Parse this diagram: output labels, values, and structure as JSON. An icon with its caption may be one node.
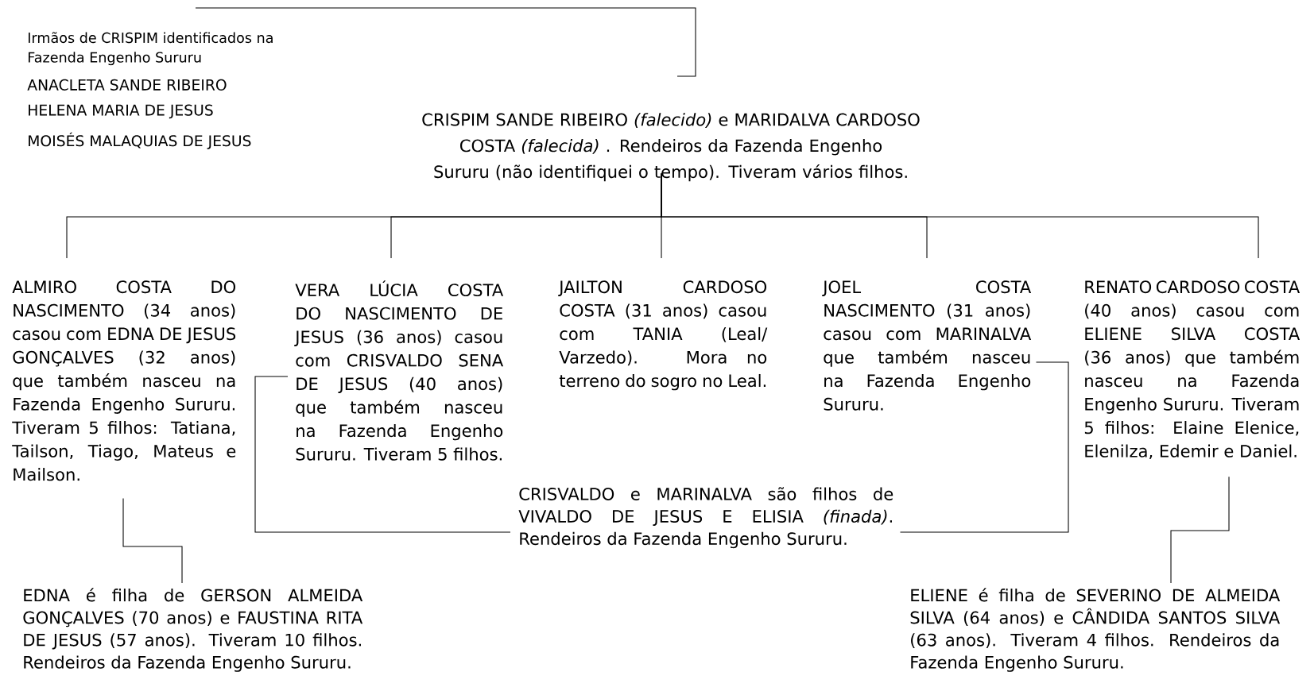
{
  "diagram": {
    "nodes": [
      {
        "text": [
          "Irmãos de CRISPIM identificados na Fazenda Engenho Sururu",
          "ANACLETA SANDE RIBEIRO",
          "HELENA MARIA DE JESUS",
          "MOISÉS MALAQUIAS DE JESUS"
        ]
      },
      {
        "text": [
          "CRISPIM SANDE RIBEIRO *(falecido)* e MARIDALVA CARDOSO COSTA *(falecida)* . Rendeiros da Fazenda Engenho Sururu (não identifiquei o tempo). Tiveram vários filhos."
        ]
      },
      {
        "text": [
          "ALMIRO COSTA DO NASCIMENTO (34 anos) casou com EDNA DE JESUS GONÇALVES (32 anos) que também nasceu na Fazenda Engenho Sururu. Tiveram 5 filhos: Tatiana, Tailson, Tiago, Mateus e Mailson."
        ]
      },
      {
        "text": [
          "VERA LÚCIA COSTA DO NASCIMENTO DE JESUS (36 anos) casou com CRISVALDO SENA DE JESUS (40 anos) que também nasceu na Fazenda Engenho Sururu. Tiveram 5 filhos."
        ]
      },
      {
        "text": [
          "JAILTON CARDOSO COSTA (31 anos) casou com TANIA (Leal/ Varzedo). Mora no terreno do sogro no Leal."
        ]
      },
      {
        "text": [
          "JOEL COSTA NASCIMENTO (31 anos) casou com MARINALVA que também nasceu na Fazenda Engenho Sururu."
        ]
      },
      {
        "text": [
          "RENATO CARDOSO COSTA (40 anos) casou com ELIENE SILVA COSTA (36 anos) que também nasceu na Fazenda Engenho Sururu. Tiveram 5 filhos: Elaine Elenice, Elenilza, Edemir e Daniel."
        ]
      },
      {
        "text": [
          "CRISVALDO e MARINALVA são filhos de VIVALDO DE JESUS E ELISIA *(finada)*. Rendeiros da Fazenda Engenho Sururu."
        ]
      },
      {
        "text": [
          "EDNA é filha de GERSON ALMEIDA GONÇALVES (70 anos) e FAUSTINA RITA DE JESUS (57 anos). Tiveram 10 filhos. Rendeiros da Fazenda Engenho Sururu."
        ]
      },
      {
        "text": [
          "ELIENE é filha de SEVERINO DE ALMEIDA SILVA (64 anos) e CÂNDIDA SANTOS SILVA (63 anos). Tiveram 4 filhos. Rendeiros da Fazenda Engenho Sururu."
        ]
      }
    ],
    "edges": [
      {
        "from": 0,
        "to": 1,
        "arrow": "none"
      },
      {
        "from": 1,
        "to": 2,
        "arrow": "none"
      },
      {
        "from": 1,
        "to": 3,
        "arrow": "none"
      },
      {
        "from": 1,
        "to": 4,
        "arrow": "none"
      },
      {
        "from": 1,
        "to": 5,
        "arrow": "none"
      },
      {
        "from": 1,
        "to": 6,
        "arrow": "none"
      },
      {
        "from": 2,
        "to": 8,
        "arrow": "none"
      },
      {
        "from": 3,
        "to": 7,
        "arrow": "none"
      },
      {
        "from": 5,
        "to": 7,
        "arrow": "none"
      },
      {
        "from": 6,
        "to": 9,
        "arrow": "none"
      }
    ]
  }
}
